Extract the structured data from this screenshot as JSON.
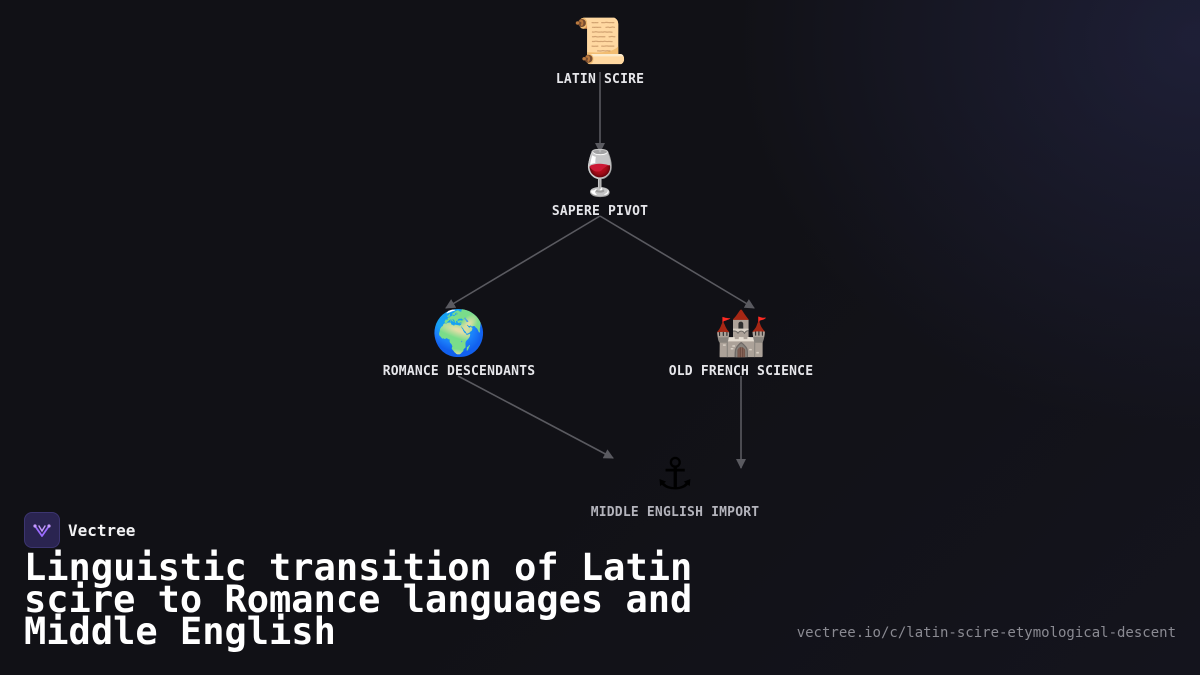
{
  "brand": {
    "name": "Vectree",
    "logo_icon": "vectree-logo-icon",
    "accent": "#9b6bff"
  },
  "title": "Linguistic transition of Latin scire to Romance languages and Middle English",
  "url": "vectree.io/c/latin-scire-etymological-descent",
  "diagram": {
    "nodes": [
      {
        "id": "latin",
        "label": "LATIN SCIRE",
        "icon": "scroll-icon",
        "glyph": "📜"
      },
      {
        "id": "sapere",
        "label": "SAPERE PIVOT",
        "icon": "wine-glass-icon",
        "glyph": "🍷"
      },
      {
        "id": "romance",
        "label": "ROMANCE DESCENDANTS",
        "icon": "globe-icon",
        "glyph": "🌍"
      },
      {
        "id": "french",
        "label": "OLD FRENCH SCIENCE",
        "icon": "castle-icon",
        "glyph": "🏰"
      },
      {
        "id": "middle",
        "label": "MIDDLE ENGLISH IMPORT",
        "icon": "anchor-icon",
        "glyph": "⚓"
      }
    ],
    "edges": [
      {
        "from": "latin",
        "to": "sapere"
      },
      {
        "from": "sapere",
        "to": "romance"
      },
      {
        "from": "sapere",
        "to": "french"
      },
      {
        "from": "romance",
        "to": "middle"
      },
      {
        "from": "french",
        "to": "middle"
      }
    ]
  }
}
